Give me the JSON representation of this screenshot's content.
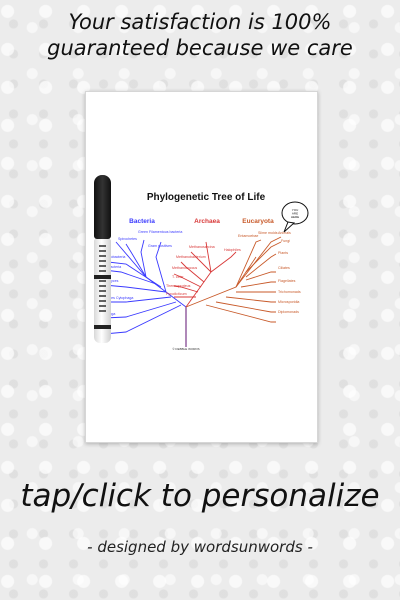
{
  "headline": {
    "line1": "Your satisfaction is 100%",
    "line2": "guaranteed because we care"
  },
  "tree": {
    "title": "Phylogenetic Tree of Life",
    "domains": [
      {
        "label": "Bacteria",
        "color": "#3a3aff"
      },
      {
        "label": "Archaea",
        "color": "#d83838"
      },
      {
        "label": "Eucaryota",
        "color": "#c85a2a"
      }
    ],
    "bacteria_labels": [
      "Green Filamentous bacteria",
      "Spirochetes",
      "Gram positives",
      "Proteobacteria",
      "Cyanobacteria",
      "Planctomyces",
      "Bacteroides Cytophaga",
      "Thermotoga",
      "Aquifex"
    ],
    "archaea_labels": [
      "Methanosarcina",
      "Methanobacterium",
      "Methanococcus",
      "T. celer",
      "Thermoproteus",
      "Pyrodicticum",
      "Halophiles"
    ],
    "eucaryota_labels": [
      "Entamoebae",
      "Slime molds",
      "Animals",
      "Fungi",
      "Plants",
      "Ciliates",
      "Flagellates",
      "Trichomonads",
      "Microsporidia",
      "Diplomonads"
    ],
    "speech_bubble": "YOU ARE HERE",
    "footer_text": "© DEBBLE WORDS"
  },
  "cta": {
    "tap_text": "tap/click to personalize",
    "designer_text": "- designed by wordsunwords -"
  },
  "colors": {
    "bacteria": "#3a3aff",
    "archaea": "#d83838",
    "eucaryota": "#c85a2a"
  }
}
